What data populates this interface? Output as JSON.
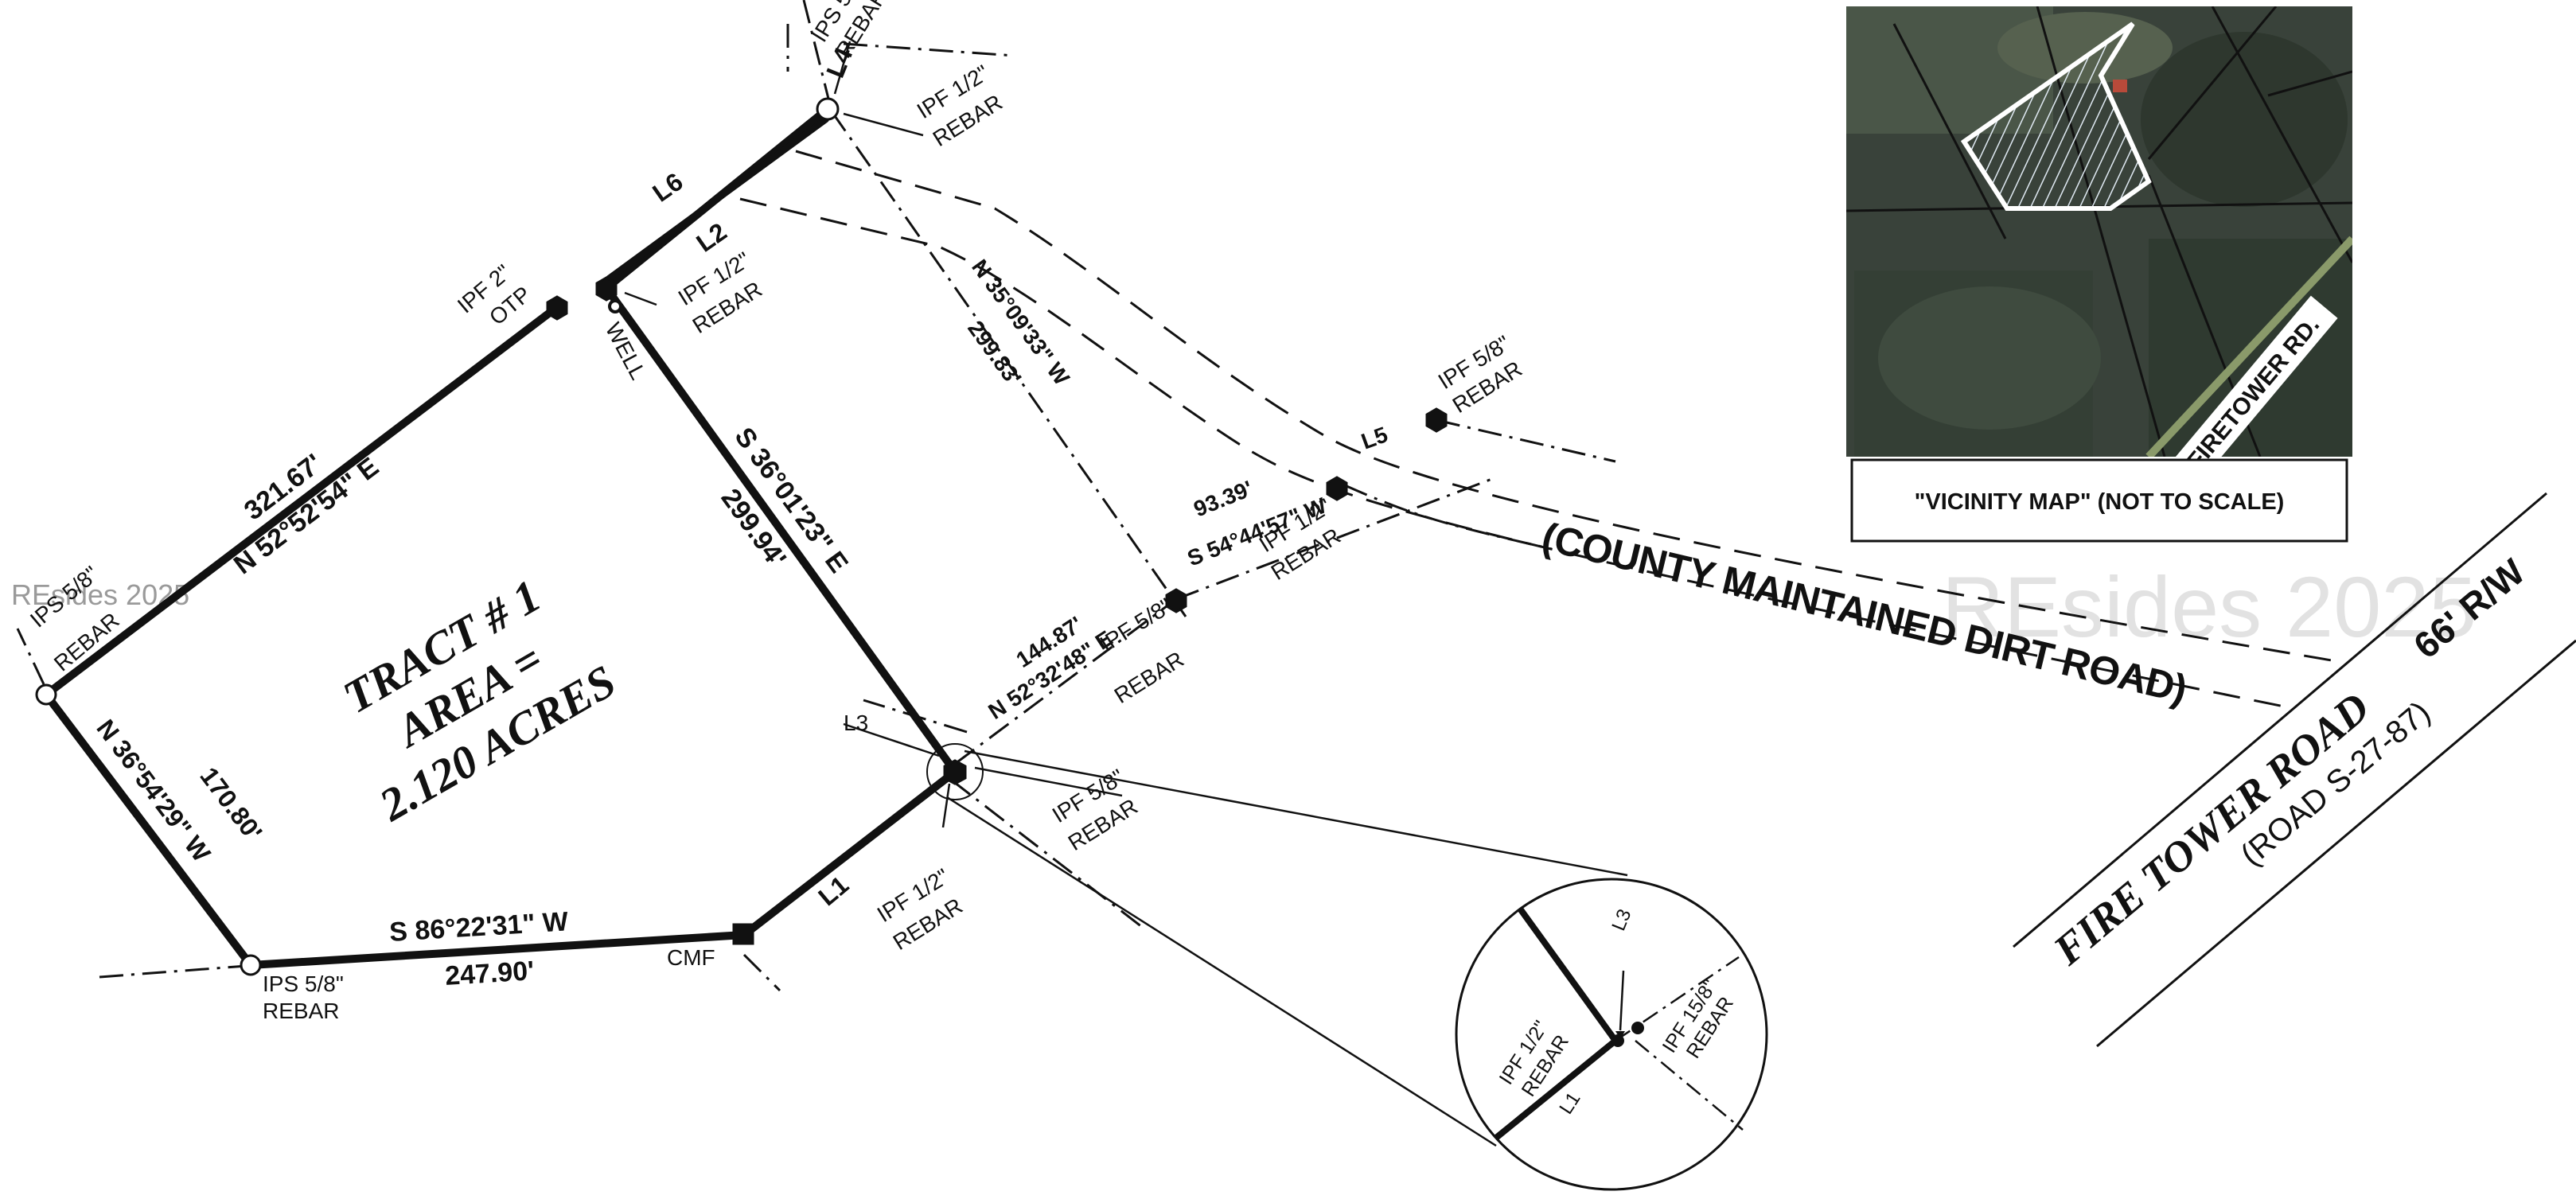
{
  "tract": {
    "title": "TRACT # 1",
    "area_label": "AREA =",
    "acres": "2.120 ACRES"
  },
  "courses": {
    "north": {
      "bearing": "N 52°52'54\" E",
      "distance": "321.67'"
    },
    "west": {
      "bearing": "N 36°54'29\" W",
      "distance": "170.80'"
    },
    "south": {
      "bearing": "S 86°22'31\" W",
      "distance": "247.90'"
    },
    "east": {
      "bearing": "S 36°01'23\" E",
      "distance": "299.94'"
    },
    "adj_long": {
      "bearing": "N 35°09'33\" W",
      "distance": "299.83'"
    },
    "adj_south": {
      "bearing": "N 52°32'48\" E",
      "distance": "144.87'"
    },
    "adj_road": {
      "bearing": "S 54°44'57\" W",
      "distance": "93.39'"
    }
  },
  "line_tags": {
    "l1": "L1",
    "l2": "L2",
    "l3": "L3",
    "l4": "L4",
    "l5": "L5",
    "l6": "L6"
  },
  "monuments": {
    "ipf2_a": "IPF 2\"",
    "ipf2_b": "OTP",
    "ipf12_a": "IPF 1/2\"",
    "rebar": "REBAR",
    "ipf58_a": "IPF 5/8\"",
    "ips58_a": "IPS 5/8\"",
    "ips_top_a": "IPS 5",
    "ips_left_a": "IPS 5/8\"",
    "cmf": "CMF",
    "well": "WELL",
    "ipf158_a": "IPF 15/8\""
  },
  "roads": {
    "dirt_road": "(COUNTY MAINTAINED DIRT ROAD)",
    "fire_tower": "FIRE TOWER ROAD",
    "road_number": "(ROAD S-27-87)",
    "row": "66' R/W"
  },
  "vicinity_map": {
    "caption": "\"VICINITY MAP\"  (NOT  TO SCALE)",
    "road_label": "FIRETOWER RD."
  },
  "watermark": {
    "big": "REsides 2025",
    "small": "REsides 2025"
  }
}
